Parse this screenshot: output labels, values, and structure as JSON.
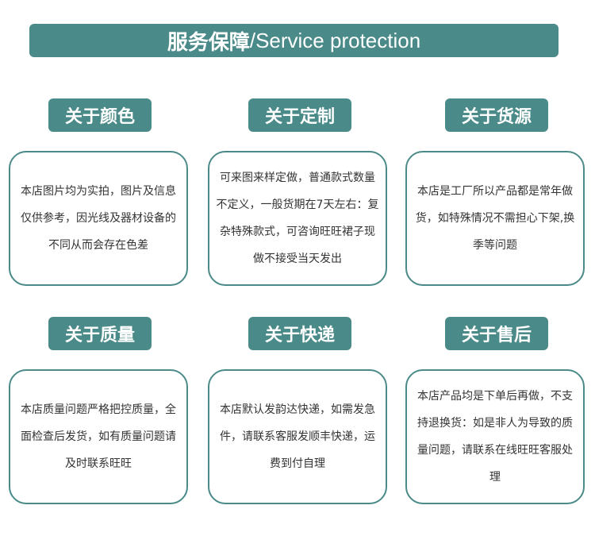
{
  "banner": {
    "title_cn": "服务保障",
    "title_en": "/Service protection"
  },
  "sections": [
    {
      "label": "关于颜色",
      "text": "本店图片均为实拍，图片及信息仅供参考，因光线及器材设备的不同从而会存在色差"
    },
    {
      "label": "关于定制",
      "text": "可来图来样定做，普通款式数量不定义，一般货期在7天左右：复杂特殊款式，可咨询旺旺裙子现做不接受当天发出"
    },
    {
      "label": "关于货源",
      "text": "本店是工厂所以产品都是常年做货，如特殊情况不需担心下架,换季等问题"
    },
    {
      "label": "关于质量",
      "text": "本店质量问题严格把控质量，全面检查后发货，如有质量问题请及时联系旺旺"
    },
    {
      "label": "关于快递",
      "text": "本店默认发韵达快递，如需发急件，请联系客服发顺丰快递，运费到付自理"
    },
    {
      "label": "关于售后",
      "text": "本店产品均是下单后再做，不支持退换货：如是非人为导致的质量问题，请联系在线旺旺客服处理"
    }
  ],
  "colors": {
    "accent": "#4a8a88",
    "text": "#333333",
    "background": "#ffffff"
  }
}
